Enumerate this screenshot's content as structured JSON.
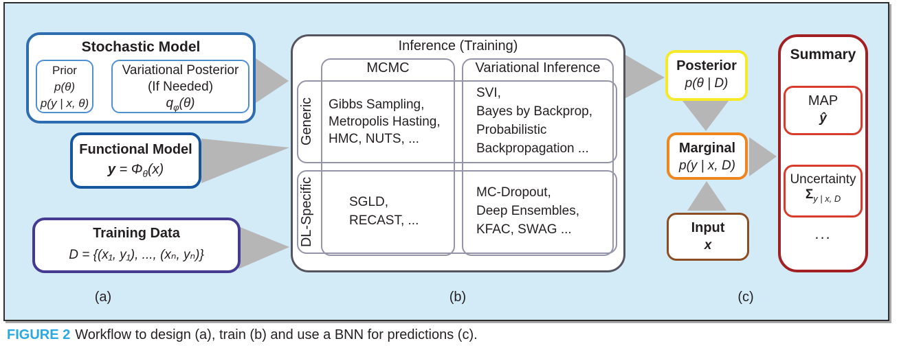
{
  "figure": {
    "caption_label": "FIGURE 2",
    "caption_text": "Workflow to design (a), train (b) and use a BNN for predictions (c).",
    "sublabels": {
      "a": "(a)",
      "b": "(b)",
      "c": "(c)"
    }
  },
  "colors": {
    "panel_bg": "#d3eaf7",
    "stochastic_border": "#2e6db0",
    "stochastic_inner_border": "#4e8fd0",
    "functional_border": "#15569f",
    "training_border": "#443a92",
    "inference_border": "#54545e",
    "grid_border": "#9494a8",
    "posterior_border": "#f6ea28",
    "marginal_border": "#ef861d",
    "input_border": "#8b4d21",
    "summary_border": "#a21f24",
    "summary_inner_border": "#d83a2b",
    "arrow_fill": "#b7b6b6",
    "caption_accent": "#29a9e1"
  },
  "stochastic": {
    "title": "Stochastic Model",
    "prior": {
      "title": "Prior",
      "f1": "p(θ)",
      "f2": "p(y | x, θ)"
    },
    "variational": {
      "title": "Variational Posterior",
      "subtitle": "(If Needed)",
      "f_base": "q",
      "f_sub": "φ",
      "f_rest": "(θ)"
    }
  },
  "functional": {
    "title": "Functional Model",
    "f_bold": "y",
    "f_mid": " = Φ",
    "f_sub": "θ",
    "f_rest": "(x)"
  },
  "training": {
    "title": "Training Data",
    "formula": "D = {(x₁, y₁), ..., (xₙ, yₙ)}"
  },
  "inference": {
    "title": "Inference (Training)",
    "columns": [
      "MCMC",
      "Variational Inference"
    ],
    "rows": [
      "Generic",
      "DL-Specific"
    ],
    "cells": {
      "generic_mcmc": [
        "Gibbs Sampling,",
        "Metropolis Hasting,",
        "HMC, NUTS, ..."
      ],
      "generic_vi": [
        "SVI,",
        "Bayes by Backprop,",
        "Probabilistic",
        "Backpropagation ..."
      ],
      "dl_mcmc": [
        "SGLD,",
        "RECAST, ..."
      ],
      "dl_vi": [
        "MC-Dropout,",
        "Deep Ensembles,",
        "KFAC, SWAG ..."
      ]
    }
  },
  "posterior": {
    "title": "Posterior",
    "formula": "p(θ | D)"
  },
  "marginal": {
    "title": "Marginal",
    "formula": "p(y | x, D)"
  },
  "input": {
    "title": "Input",
    "formula": "x"
  },
  "summary": {
    "title": "Summary",
    "map": {
      "title": "MAP",
      "formula": "ŷ"
    },
    "uncertainty": {
      "title": "Uncertainty",
      "f_base": "Σ",
      "f_sub": "y | x, D"
    },
    "more": "..."
  }
}
